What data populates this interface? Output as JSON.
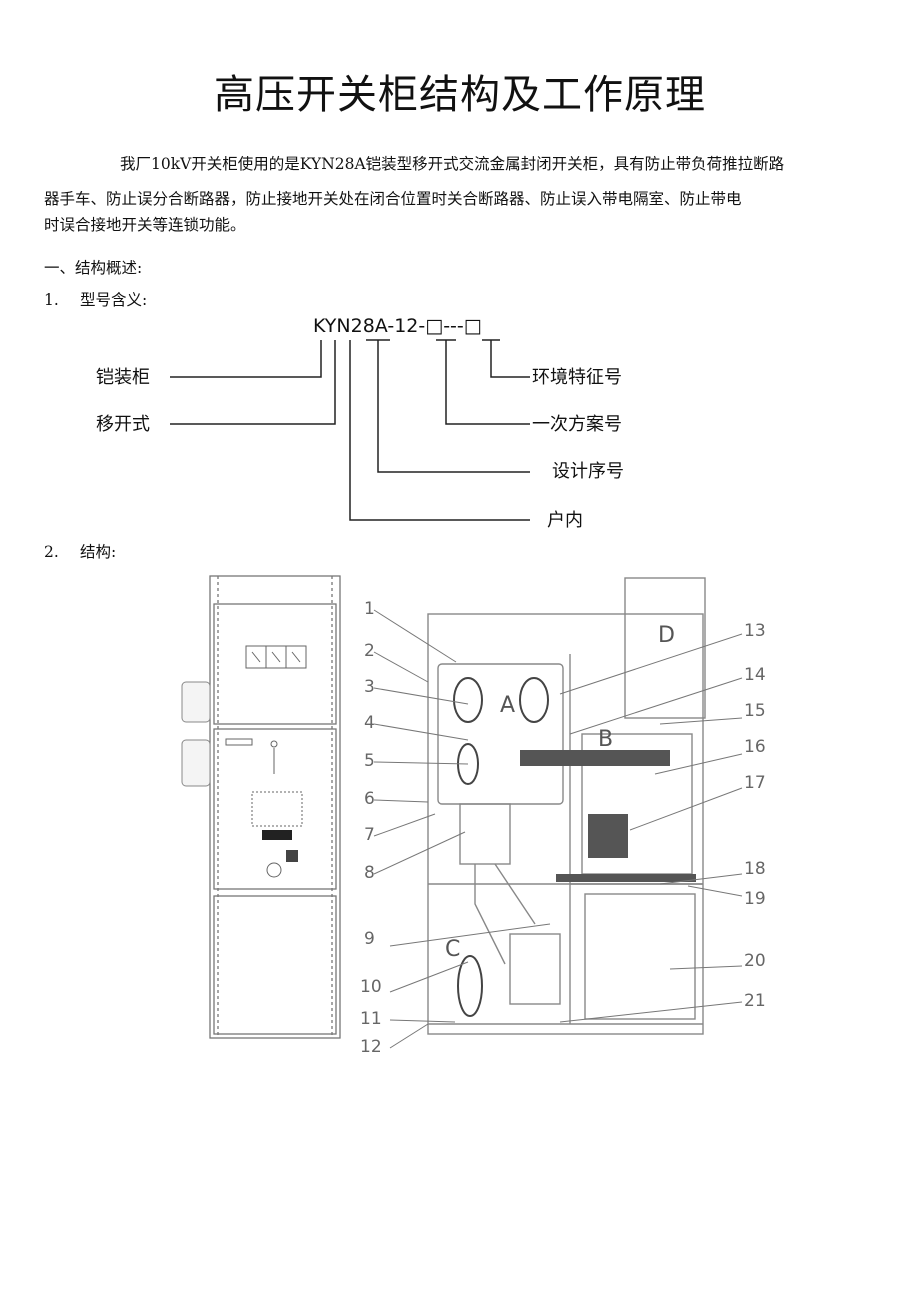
{
  "title": "高压开关柜结构及工作原理",
  "intro": {
    "line1": "我厂10kV开关柜使用的是KYN28A铠装型移开式交流金属封闭开关柜，具有防止带负荷推拉断路",
    "line2": "器手车、防止误分合断路器，防止接地开关处在闭合位置时关合断路器、防止误入带电隔室、防止带电",
    "line3": "时误合接地开关等连锁功能。"
  },
  "section1": {
    "label": "一、结构概述:"
  },
  "item1": {
    "number": "1.",
    "label": "型号含义:"
  },
  "model_code": {
    "code": "KYN28A-12-□---□",
    "left_labels": [
      "铠装柜",
      "移开式"
    ],
    "right_labels": [
      "环境特征号",
      "一次方案号",
      "设计序号",
      "户内"
    ]
  },
  "item2": {
    "number": "2.",
    "label": "结构:"
  },
  "structure_figure": {
    "compartments": [
      "A",
      "B",
      "C",
      "D"
    ],
    "callouts": [
      "1",
      "2",
      "3",
      "4",
      "5",
      "6",
      "7",
      "8",
      "9",
      "10",
      "11",
      "12",
      "13",
      "14",
      "15",
      "16",
      "17",
      "18",
      "19",
      "20",
      "21"
    ]
  }
}
